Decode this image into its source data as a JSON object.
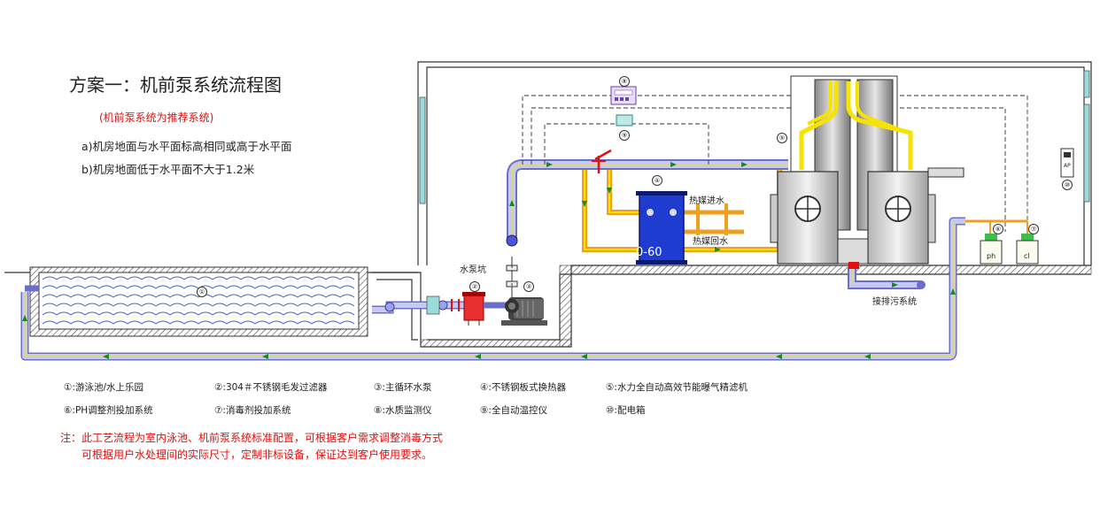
{
  "header": {
    "title": "方案一：机前泵系统流程图",
    "subtitle": "(机前泵系统为推荐系统)",
    "conditions": [
      "a)机房地面与水平面标高相同或高于水平面",
      "b)机房地面低于水平面不大于1.2米"
    ]
  },
  "labels": {
    "pump_pit": "水泵坑",
    "heat_supply": "热媒进水",
    "heat_return": "热媒回水",
    "drain": "接排污系统",
    "exchanger_text": "0-60",
    "ph_tank": "ph",
    "cl_tank": "cl",
    "cabinet_text": "AP"
  },
  "markers": [
    "①",
    "②",
    "③",
    "④",
    "⑤",
    "⑥",
    "⑦",
    "⑧",
    "⑨",
    "⑩"
  ],
  "legend": [
    "①:游泳池/水上乐园",
    "②:304＃不锈钢毛发过滤器",
    "③:主循环水泵",
    "④:不锈钢板式换热器",
    "⑤:水力全自动高效节能曝气精滤机",
    "⑥:PH调整剂投加系统",
    "⑦:消毒剂投加系统",
    "⑧:水质监测仪",
    "⑨:全自动温控仪",
    "⑩:配电箱"
  ],
  "notes": [
    "注：此工艺流程为室内泳池、机前泵系统标准配置，可根据客户需求调整消毒方式",
    "可根据用户水处理间的实际尺寸，定制非标设备，保证达到客户使用要求。"
  ],
  "colors": {
    "pipe_main": "#9ea2e8",
    "pipe_edge": "#6a6fc8",
    "pipe_hot": "#f0a020",
    "pipe_ctrl": "#f6e400",
    "exchanger": "#1e3cd0",
    "note_red": "#e01010",
    "window": "#9adcdc"
  }
}
